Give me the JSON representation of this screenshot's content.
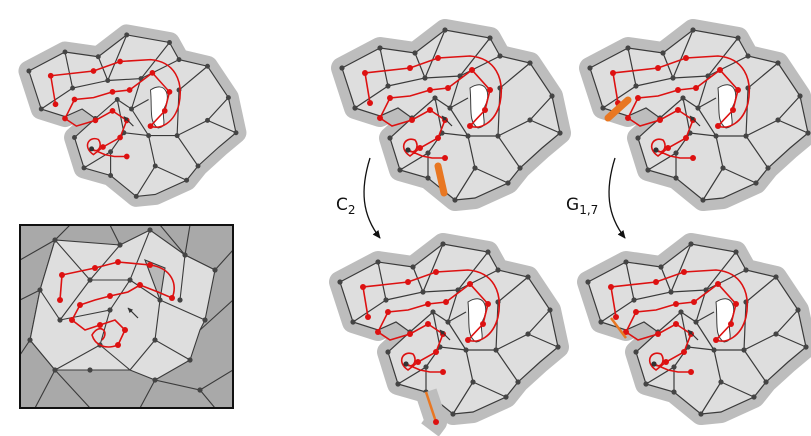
{
  "figure": {
    "operations": {
      "c2": {
        "base": "C",
        "sub": "2"
      },
      "g17": {
        "base": "G",
        "sub": "1,7"
      }
    },
    "colors": {
      "halo": "#bdbdbd",
      "region": "#dedede",
      "edge": "#3a3a3a",
      "vertex": "#444444",
      "path": "#dd1111",
      "highlight": "#e87722",
      "frame_fill": "#a9a9a9",
      "frame_border": "#111111"
    }
  }
}
